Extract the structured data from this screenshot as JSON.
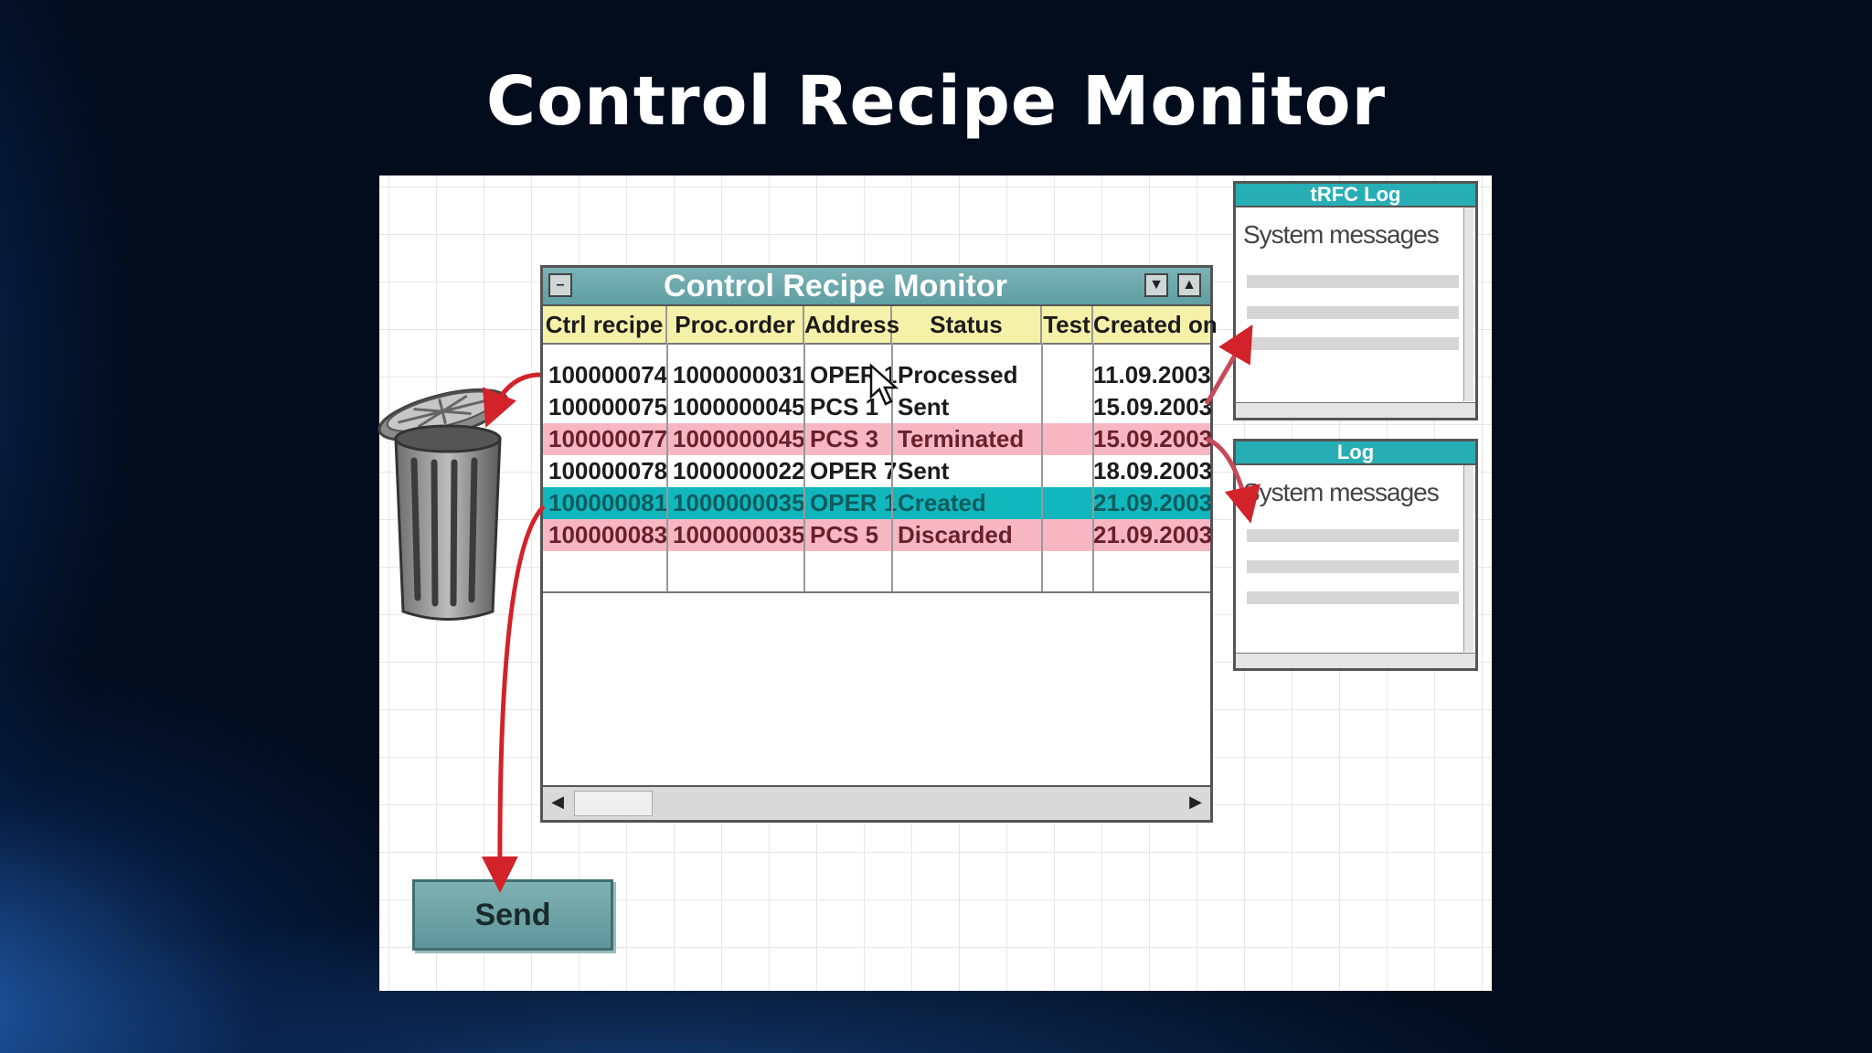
{
  "slide": {
    "title": "Control Recipe Monitor"
  },
  "main_window": {
    "title": "Control Recipe Monitor",
    "columns": [
      "Ctrl recipe",
      "Proc.order",
      "Address",
      "Status",
      "Test",
      "Created on"
    ],
    "rows": [
      {
        "ctrl_recipe": "100000074",
        "proc_order": "1000000031",
        "address": "OPER 1",
        "status": "Processed",
        "test": "",
        "created_on": "11.09.2003",
        "highlight": "none"
      },
      {
        "ctrl_recipe": "100000075",
        "proc_order": "1000000045",
        "address": "PCS 1",
        "status": "Sent",
        "test": "",
        "created_on": "15.09.2003",
        "highlight": "none"
      },
      {
        "ctrl_recipe": "100000077",
        "proc_order": "1000000045",
        "address": "PCS 3",
        "status": "Terminated",
        "test": "",
        "created_on": "15.09.2003",
        "highlight": "pink"
      },
      {
        "ctrl_recipe": "100000078",
        "proc_order": "1000000022",
        "address": "OPER 7",
        "status": "Sent",
        "test": "",
        "created_on": "18.09.2003",
        "highlight": "none"
      },
      {
        "ctrl_recipe": "100000081",
        "proc_order": "1000000035",
        "address": "OPER 1",
        "status": "Created",
        "test": "",
        "created_on": "21.09.2003",
        "highlight": "teal"
      },
      {
        "ctrl_recipe": "100000083",
        "proc_order": "1000000035",
        "address": "PCS 5",
        "status": "Discarded",
        "test": "",
        "created_on": "21.09.2003",
        "highlight": "pink"
      }
    ]
  },
  "trfc_log": {
    "title": "tRFC Log",
    "message": "System messages"
  },
  "log": {
    "title": "Log",
    "message": "System messages"
  },
  "send_button": {
    "label": "Send"
  },
  "colors": {
    "pink_row": "#f6b7c3",
    "teal_row": "#12b7bd",
    "header_bg": "#f6f1a8",
    "titlebar": "#5f9ea2",
    "arrow": "#d2222a"
  }
}
